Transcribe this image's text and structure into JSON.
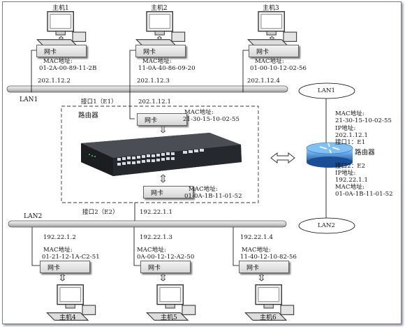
{
  "hosts": [
    {
      "name": "主机1",
      "nic": "网卡",
      "mac_label": "MAC地址:",
      "mac": "01-2A-00-89-11-2B",
      "ip": "202.1.12.2"
    },
    {
      "name": "主机2",
      "nic": "网卡",
      "mac_label": "MAC地址:",
      "mac": "11-0A-40-86-09-20",
      "ip": "202.1.12.3"
    },
    {
      "name": "主机3",
      "nic": "网卡",
      "mac_label": "MAC地址:",
      "mac": "01-00-10-12-02-56",
      "ip": "202.1.12.4"
    },
    {
      "name": "主机4",
      "nic": "网卡",
      "mac_label": "MAC地址:",
      "mac": "01-21-12-1A-C2-51",
      "ip": "192.22.1.2"
    },
    {
      "name": "主机5",
      "nic": "网卡",
      "mac_label": "MAC地址:",
      "mac": "0A-00-12-12-A2-50",
      "ip": "192.22.1.3"
    },
    {
      "name": "主机6",
      "nic": "网卡",
      "mac_label": "MAC地址:",
      "mac": "11-40-12-10-82-56",
      "ip": "192.22.1.4"
    }
  ],
  "lan1": "LAN1",
  "lan2": "LAN2",
  "router": {
    "title": "路由器",
    "port1_label": "接口1（E1）",
    "port1_ip": "202.1.12.1",
    "nic1": "网卡",
    "nic1_mac_label": "MAC地址:",
    "nic1_mac": "21-30-15-10-02-55",
    "port2_label": "接口2（E2）",
    "port2_ip": "192.22.1.1",
    "nic2": "网卡",
    "nic2_mac_label": "MAC地址:",
    "nic2_mac": "01-0A-1B-11-01-52"
  },
  "legend": {
    "lan1": "LAN1",
    "lan2": "LAN2",
    "router_name": "路由器",
    "mac1_label": "MAC地址:",
    "mac1": "21-30-15-10-02-55",
    "ip1_label": "IP地址:",
    "ip1": "202.1.12.1",
    "port1": "接口1：E1",
    "port2": "接口2：E2",
    "ip2_label": "IP地址:",
    "ip2": "192.22.1.1",
    "mac2_label": "MAC地址:",
    "mac2": "01-0A-1B-11-01-52"
  }
}
